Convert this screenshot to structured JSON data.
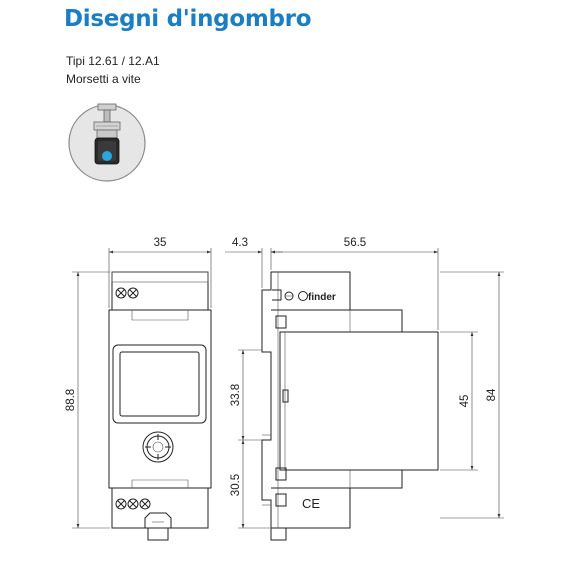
{
  "header": {
    "title": "Disegni d'ingombro",
    "subtitle_types": "Tipi 12.61 / 12.A1",
    "subtitle_terminals": "Morsetti a vite"
  },
  "colors": {
    "title": "#1b7ec2",
    "accent_dot": "#29a7df",
    "icon_bg": "#e6e6e6",
    "icon_border": "#8a8a8a",
    "line": "#222222"
  },
  "icon": {
    "name": "screw-terminal-icon"
  },
  "dimensions": {
    "front_width": "35",
    "side_offset": "4.3",
    "side_depth": "56.5",
    "front_height": "88.8",
    "upper_height": "33.8",
    "lower_height": "30.5",
    "module_height": "45",
    "total_height": "84"
  },
  "brand": {
    "label": "finder",
    "mark": "CE"
  }
}
